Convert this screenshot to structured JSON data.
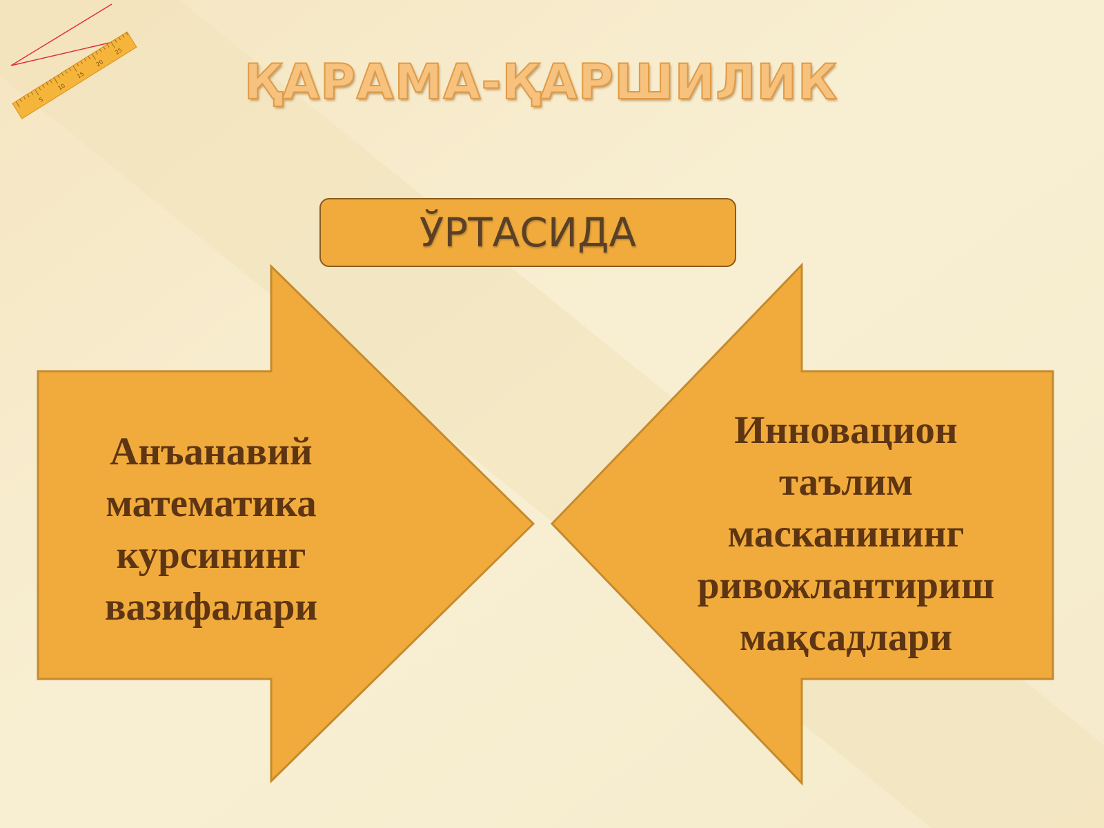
{
  "slide": {
    "title": "ҚАРАМА-ҚАРШИЛИК",
    "middle_label": "ЎРТАСИДА",
    "left_arrow": {
      "lines": [
        "Анъанавий",
        "математика",
        "курсининг",
        "вазифалари"
      ]
    },
    "right_arrow": {
      "lines": [
        "Инновацион",
        "таълим",
        "масканининг",
        "ривожлантириш",
        "мақсадлари"
      ]
    },
    "ruler": {
      "numbers": [
        "5",
        "10",
        "15",
        "20",
        "25"
      ]
    }
  },
  "colors": {
    "background": "#f7edcd",
    "arrow_fill": "#f0ab3c",
    "arrow_stroke": "#c58a2e",
    "text_dark": "#5e3512",
    "title_fill": "#f6c27e",
    "ruler_fill": "#f5b53a",
    "zigzag_line": "#e0303a"
  }
}
